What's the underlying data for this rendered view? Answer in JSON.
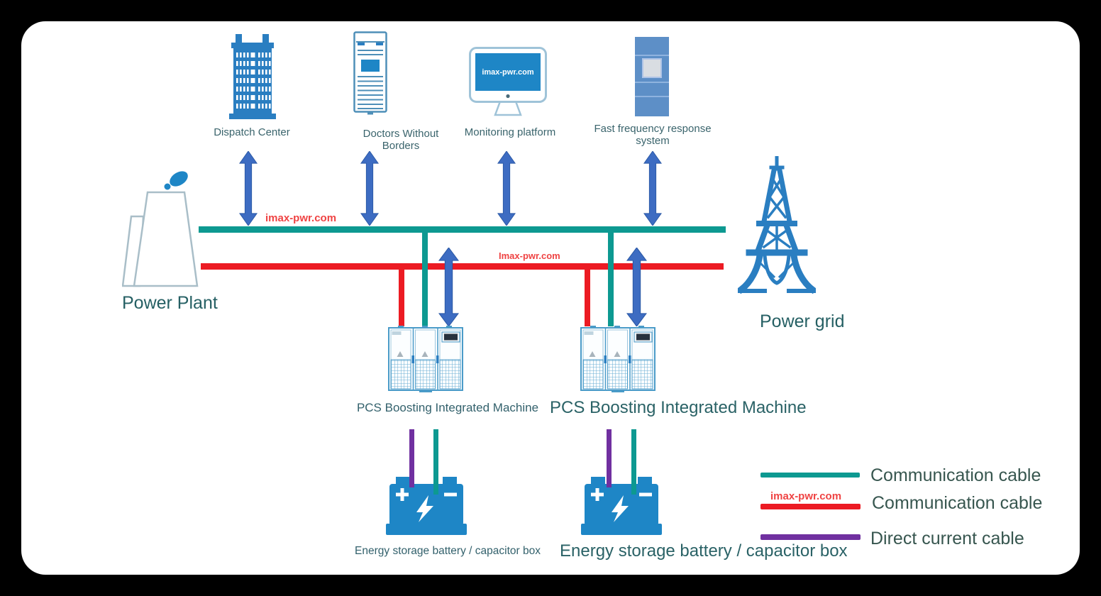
{
  "nodes": {
    "dispatch_center": {
      "label": "Dispatch Center"
    },
    "doctors_without_borders": {
      "label": "Doctors Without Borders"
    },
    "monitoring_platform": {
      "label": "Monitoring platform",
      "screen_text": "imax-pwr.com"
    },
    "fast_frequency_response": {
      "label": "Fast frequency response system"
    },
    "power_plant": {
      "label": "Power Plant"
    },
    "power_grid": {
      "label": "Power grid"
    },
    "pcs_left": {
      "label": "PCS Boosting Integrated Machine"
    },
    "pcs_right": {
      "label": "PCS Boosting Integrated Machine"
    },
    "battery_left": {
      "label": "Energy storage battery / capacitor box"
    },
    "battery_right": {
      "label": "Energy storage battery / capacitor box"
    }
  },
  "watermarks": {
    "bus_top": "imax-pwr.com",
    "bus_middle": "Imax-pwr.com",
    "legend": "imax-pwr.com"
  },
  "legend": {
    "items": [
      {
        "label": "Communication cable",
        "color": "#0D9991"
      },
      {
        "label": "Communication cable",
        "color": "#EC1B23"
      },
      {
        "label": "Direct current cable",
        "color": "#7030A0"
      }
    ]
  },
  "colors": {
    "communication_cable_teal": "#0D9991",
    "communication_cable_red": "#EC1B23",
    "direct_current_cable_purple": "#7030A0",
    "arrow_blue": "#3D6CC2",
    "icon_blue": "#1E86C6",
    "watermark_red": "#EF4343",
    "panel_background": "#FFFFFF",
    "page_background": "#000000"
  }
}
